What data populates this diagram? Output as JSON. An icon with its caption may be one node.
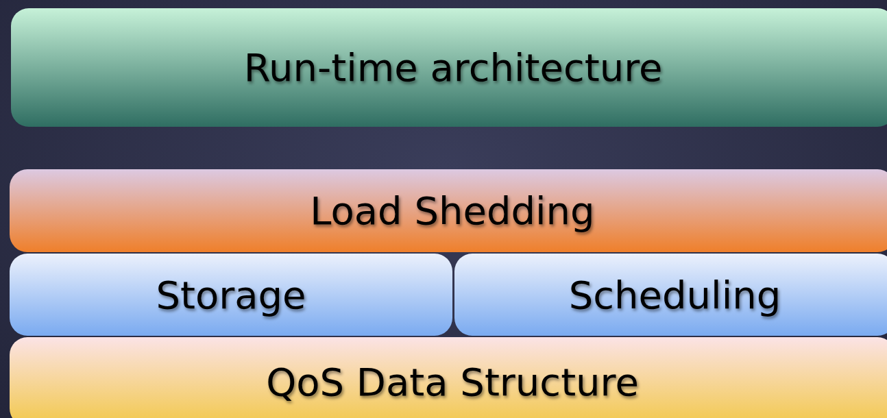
{
  "diagram": {
    "nodes": [
      {
        "text": [
          "Run-time architecture"
        ]
      },
      {
        "text": [
          "Load Shedding"
        ]
      },
      {
        "text": [
          "Storage"
        ]
      },
      {
        "text": [
          "Scheduling"
        ]
      },
      {
        "text": [
          "QoS Data Structure"
        ]
      }
    ]
  }
}
